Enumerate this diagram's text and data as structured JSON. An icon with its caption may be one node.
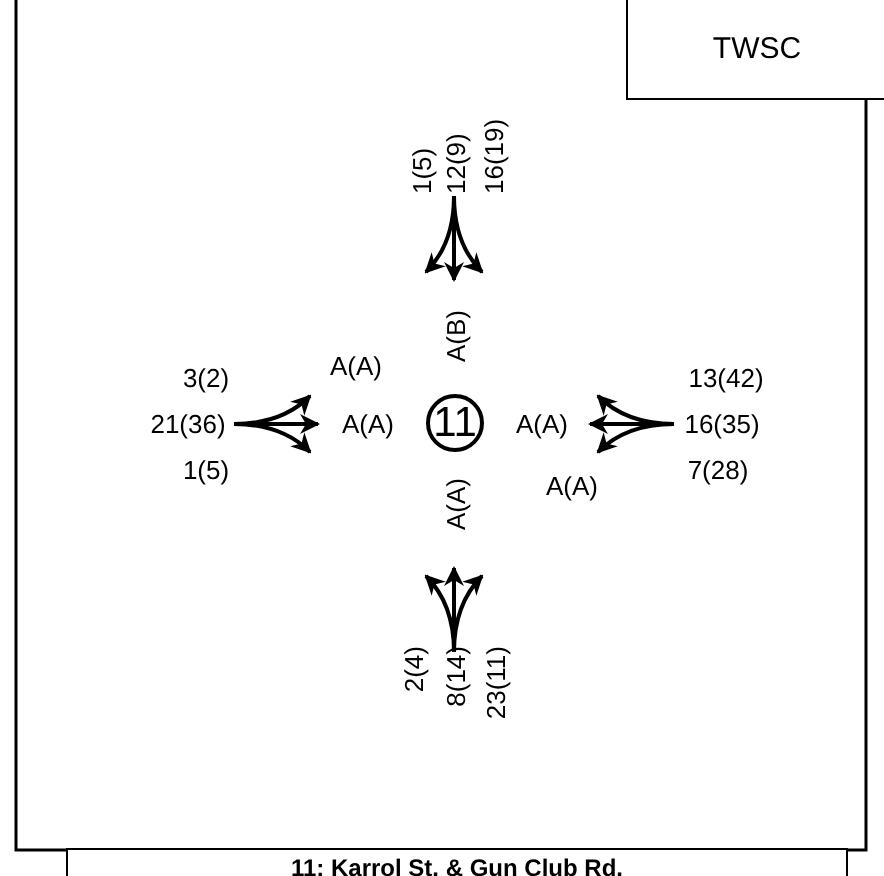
{
  "diagram": {
    "nodes": [
      {
        "text": [
          "TWSC"
        ]
      },
      {
        "text": [
          "11"
        ]
      },
      {
        "text": [
          "11: Karrol St. & Gun Club Rd."
        ]
      }
    ],
    "labels": [
      "1(5)",
      "12(9)",
      "16(19)",
      "A(B)",
      "A(A)",
      "3(2)",
      "13(42)",
      "21(36)",
      "A(A)",
      "A(A)",
      "16(35)",
      "1(5)",
      "7(28)",
      "A(A)",
      "A(A)",
      "2(4)",
      "8(14)",
      "23(11)"
    ]
  }
}
